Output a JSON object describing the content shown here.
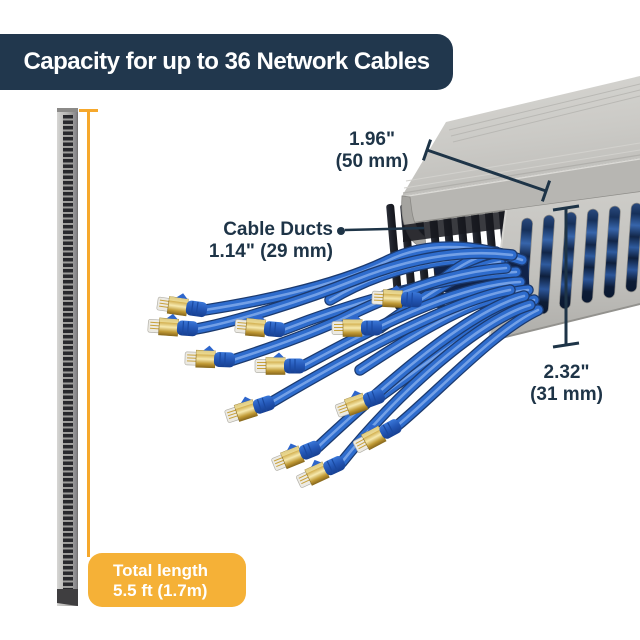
{
  "banner": {
    "text": "Capacity for up to 36 Network Cables",
    "bg": "#21374d",
    "text_color": "#ffffff"
  },
  "dimensions": {
    "width": {
      "imperial": "1.96\"",
      "metric": "(50 mm)"
    },
    "slot": {
      "label": "Cable Ducts",
      "size": "1.14\" (29 mm)"
    },
    "height": {
      "imperial": "2.32\"",
      "metric": "(31 mm)"
    },
    "length": {
      "label": "Total length",
      "value": "5.5 ft (1.7m)"
    }
  },
  "colors": {
    "annotation_navy": "#1e3447",
    "banner_bg": "#21374d",
    "amber_line": "#f6a82c",
    "amber_label": "#f5b137",
    "cable_blue": "#2e6ccd",
    "duct_gray": "#c6c5c1"
  }
}
